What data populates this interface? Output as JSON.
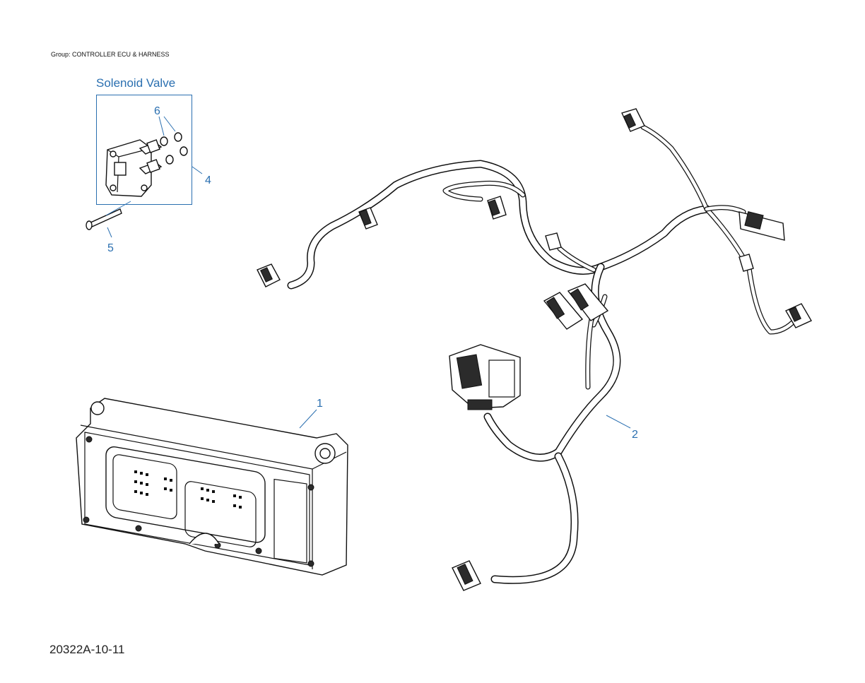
{
  "header": {
    "group_label": "Group: CONTROLLER ECU & HARNESS"
  },
  "inset": {
    "title": "Solenoid Valve"
  },
  "callouts": {
    "c1": "1",
    "c2": "2",
    "c4": "4",
    "c5": "5",
    "c6": "6"
  },
  "footer": {
    "figure_id": "20322A-10-11"
  },
  "colors": {
    "callout": "#2a6fb0",
    "line": "#111111"
  }
}
